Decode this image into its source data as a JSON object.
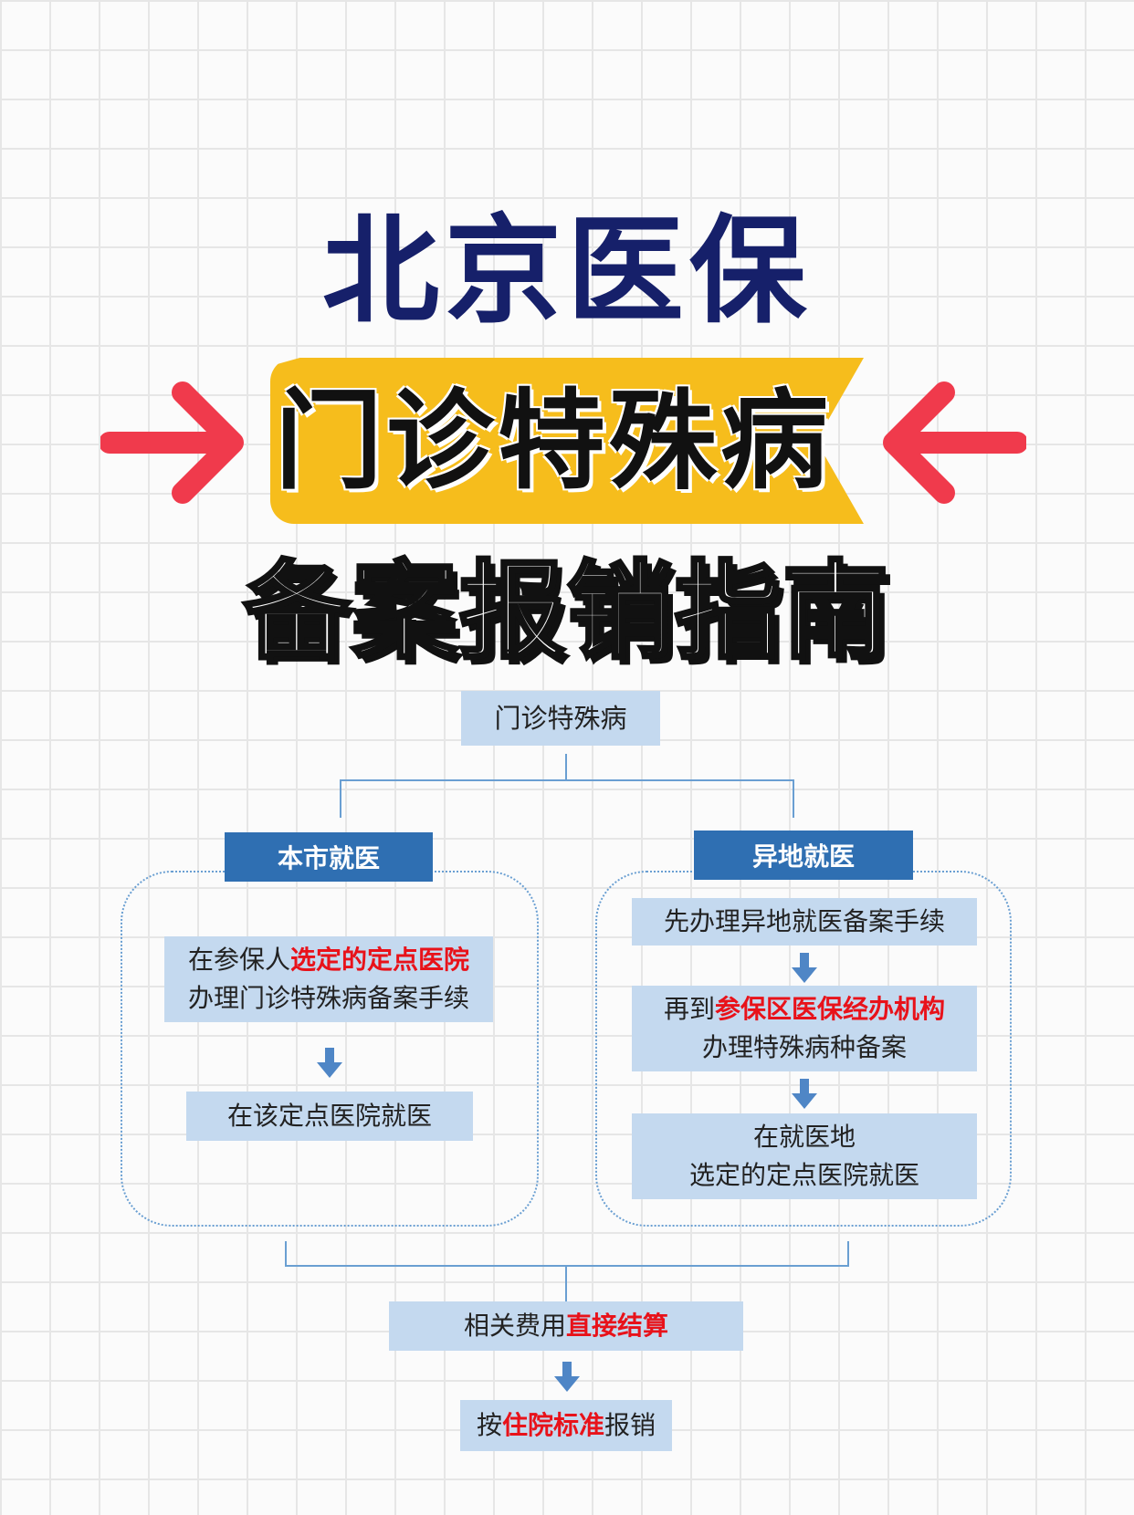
{
  "header": {
    "title": "北京医保",
    "banner": "门诊特殊病",
    "subtitle": "备案报销指南"
  },
  "colors": {
    "title": "#16206a",
    "banner": "#f6bd1c",
    "arrow": "#f03a4c",
    "node_fill": "#c4d9ef",
    "head_fill": "#2f6fb2",
    "highlight": "#e8121a",
    "connector": "#6a9fd2"
  },
  "flow": {
    "root": "门诊特殊病",
    "local": {
      "title": "本市就医",
      "step1_prefix": "在参保人",
      "step1_highlight": "选定的定点医院",
      "step1_line2": "办理门诊特殊病备案手续",
      "step2": "在该定点医院就医"
    },
    "remote": {
      "title": "异地就医",
      "step1": "先办理异地就医备案手续",
      "step2_prefix": "再到",
      "step2_highlight": "参保区医保经办机构",
      "step2_line2": "办理特殊病种备案",
      "step3_line1": "在就医地",
      "step3_line2": "选定的定点医院就医"
    },
    "settle_prefix": "相关费用",
    "settle_highlight": "直接结算",
    "reimb_prefix": "按",
    "reimb_highlight": "住院标准",
    "reimb_suffix": "报销"
  }
}
